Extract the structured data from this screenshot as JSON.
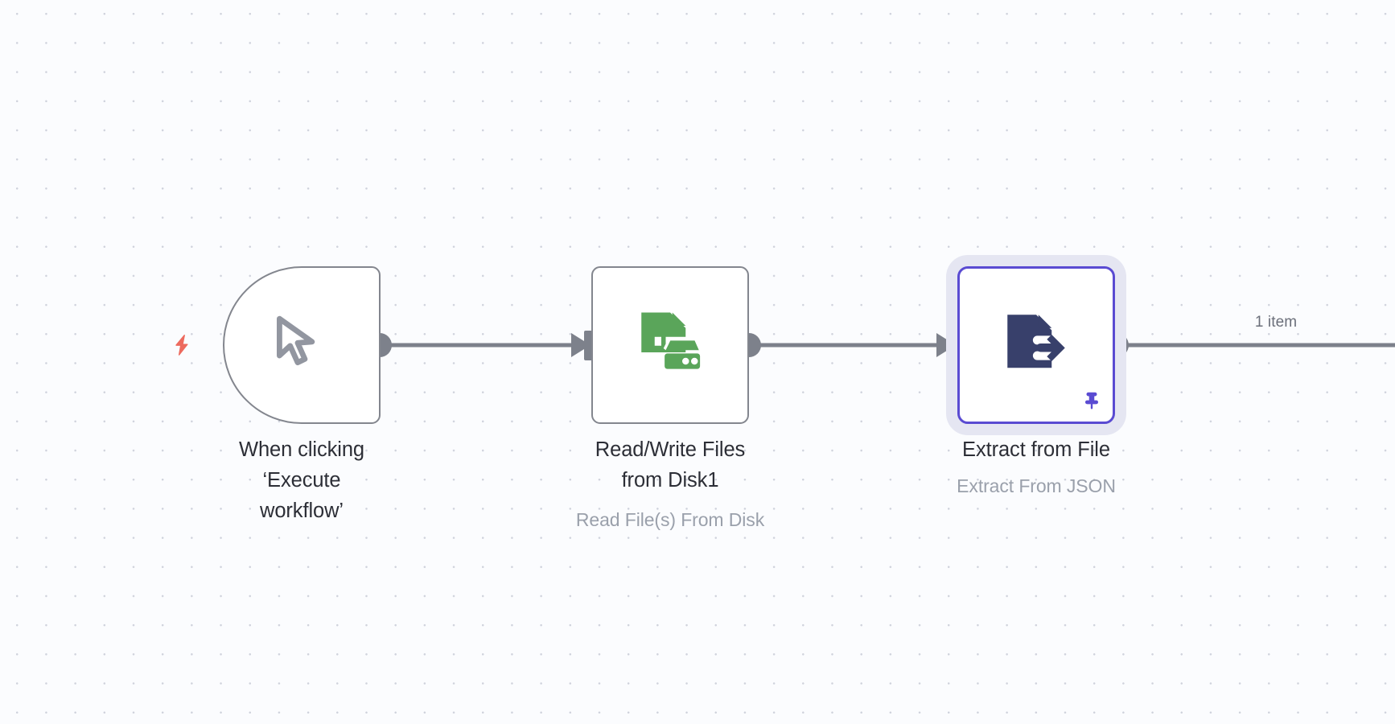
{
  "app": {
    "name": "n8n-workflow-canvas",
    "canvas_background": "#fbfcfe",
    "grid_dot_color": "#cfd2dc"
  },
  "colors": {
    "node_border": "#83868e",
    "node_fill": "#ffffff",
    "selected_border": "#5a4bd2",
    "selected_glow": "#e5e6f2",
    "connector": "#7d818b",
    "trigger_bolt": "#ed6a5e",
    "icon_disk_green": "#5aa55a",
    "icon_extract_navy": "#38406b",
    "pin_purple": "#5a4bd2",
    "label_text": "#2c2e36",
    "sublabel_text": "#9aa0ab",
    "edge_label_text": "#6b6f7a"
  },
  "nodes": [
    {
      "id": "when-clicking-execute-workflow",
      "label": "When clicking ‘Execute workflow’",
      "sublabel": "",
      "icon": "mouse-cursor-icon",
      "type": "trigger",
      "selected": false,
      "pinned": false
    },
    {
      "id": "read-write-files-from-disk1",
      "label": "Read/Write Files from Disk1",
      "sublabel": "Read File(s) From Disk",
      "icon": "file-disk-icon",
      "type": "regular",
      "selected": false,
      "pinned": false
    },
    {
      "id": "extract-from-file",
      "label": "Extract from File",
      "sublabel": "Extract From JSON",
      "icon": "file-extract-icon",
      "type": "regular",
      "selected": true,
      "pinned": true
    }
  ],
  "connections": [
    {
      "id": "conn-trigger-to-disk",
      "from": "when-clicking-execute-workflow",
      "to": "read-write-files-from-disk1",
      "label": ""
    },
    {
      "id": "conn-disk-to-extract",
      "from": "read-write-files-from-disk1",
      "to": "extract-from-file",
      "label": ""
    },
    {
      "id": "conn-extract-out",
      "from": "extract-from-file",
      "to": "",
      "label": "1 item"
    }
  ],
  "edge_labels": {
    "extract_output": "1 item"
  }
}
